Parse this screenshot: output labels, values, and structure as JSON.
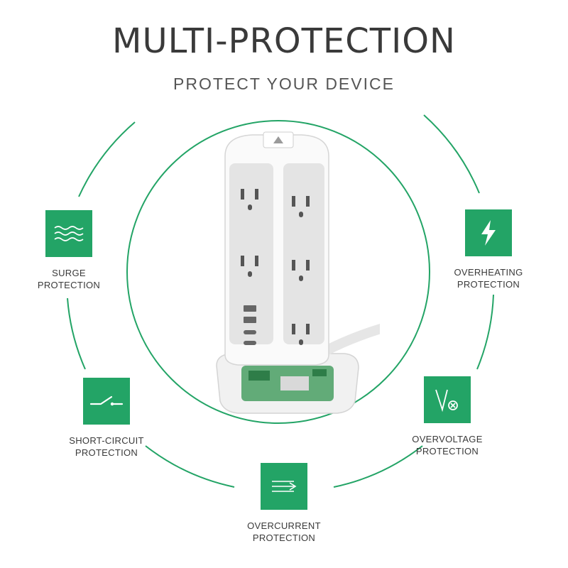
{
  "title": "MULTI-PROTECTION",
  "subtitle": "PROTECT YOUR DEVICE",
  "accent_color": "#23a466",
  "features": [
    {
      "line1": "SURGE",
      "line2": "PROTECTION",
      "icon": "waves-icon"
    },
    {
      "line1": "OVERHEATING",
      "line2": "PROTECTION",
      "icon": "lightning-icon"
    },
    {
      "line1": "SHORT-CIRCUIT",
      "line2": "PROTECTION",
      "icon": "switch-icon"
    },
    {
      "line1": "OVERVOLTAGE",
      "line2": "PROTECTION",
      "icon": "voltage-icon"
    },
    {
      "line1": "OVERCURRENT",
      "line2": "PROTECTION",
      "icon": "arrows-icon"
    }
  ]
}
